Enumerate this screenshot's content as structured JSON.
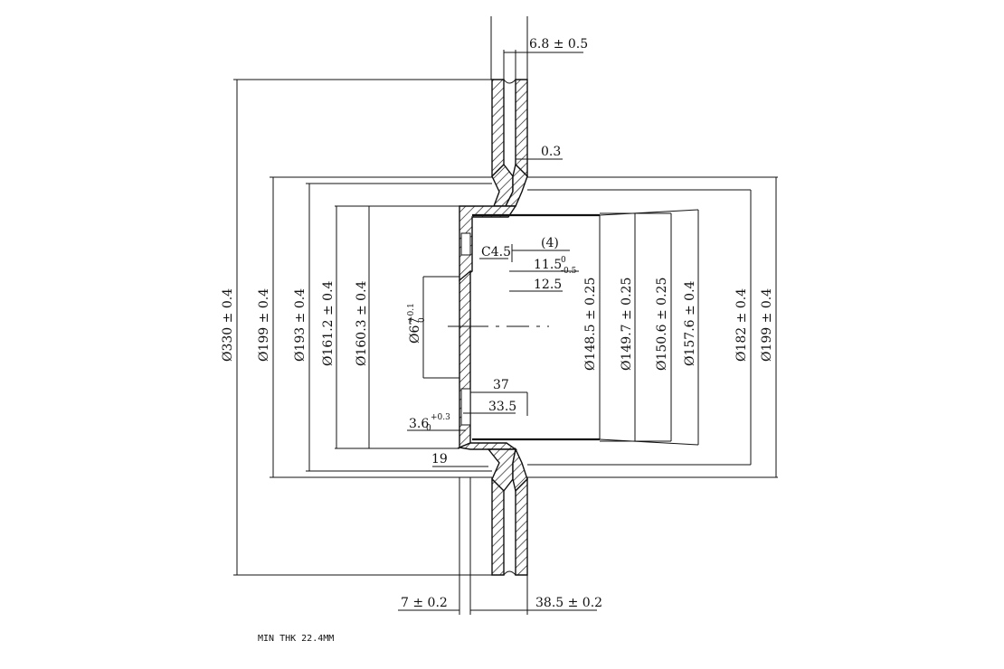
{
  "drawing": {
    "dim_thickness": "6.8 ± 0.5",
    "dim_offset": "0.3",
    "dim_dia_outer": "Ø330 ± 0.4",
    "dim_dia_199_left": "Ø199 ± 0.4",
    "dim_dia_193": "Ø193 ± 0.4",
    "dim_dia_161": "Ø161.2 ± 0.4",
    "dim_dia_160": "Ø160.3 ± 0.4",
    "dim_dia_67": "Ø67",
    "dim_dia_67_tol_upper": "+0.1",
    "dim_dia_67_tol_lower": "0",
    "dim_chamfer": "C4.5",
    "dim_paren": "(4)",
    "dim_11_5": "11.5",
    "dim_11_5_tol_upper": "0",
    "dim_11_5_tol_lower": "-0.5",
    "dim_12_5": "12.5",
    "dim_37": "37",
    "dim_33_5": "33.5",
    "dim_3_6": "3.6",
    "dim_3_6_tol_upper": "+0.3",
    "dim_3_6_tol_lower": "0",
    "dim_19": "19",
    "dim_dia_148": "Ø148.5 ± 0.25",
    "dim_dia_149": "Ø149.7 ± 0.25",
    "dim_dia_150": "Ø150.6 ± 0.25",
    "dim_dia_157": "Ø157.6 ± 0.4",
    "dim_dia_182": "Ø182 ± 0.4",
    "dim_dia_199_right": "Ø199 ± 0.4",
    "dim_7": "7 ± 0.2",
    "dim_38_5": "38.5 ± 0.2",
    "note_min_thk": "MIN THK 22.4MM"
  }
}
